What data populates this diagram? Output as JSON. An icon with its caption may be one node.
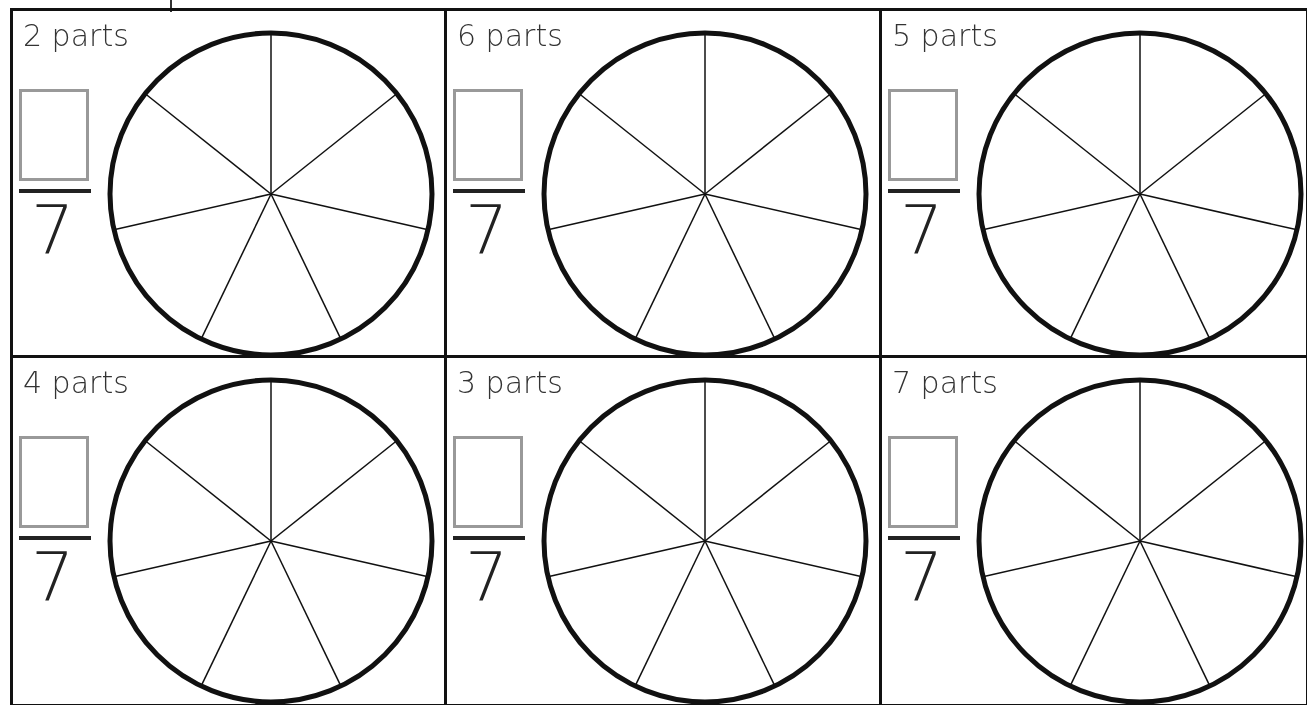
{
  "diagram": {
    "labels": [
      "2 parts",
      "7",
      "6 parts",
      "7",
      "5 parts",
      "7",
      "4 parts",
      "7",
      "3 parts",
      "7",
      "7 parts",
      "7"
    ]
  }
}
